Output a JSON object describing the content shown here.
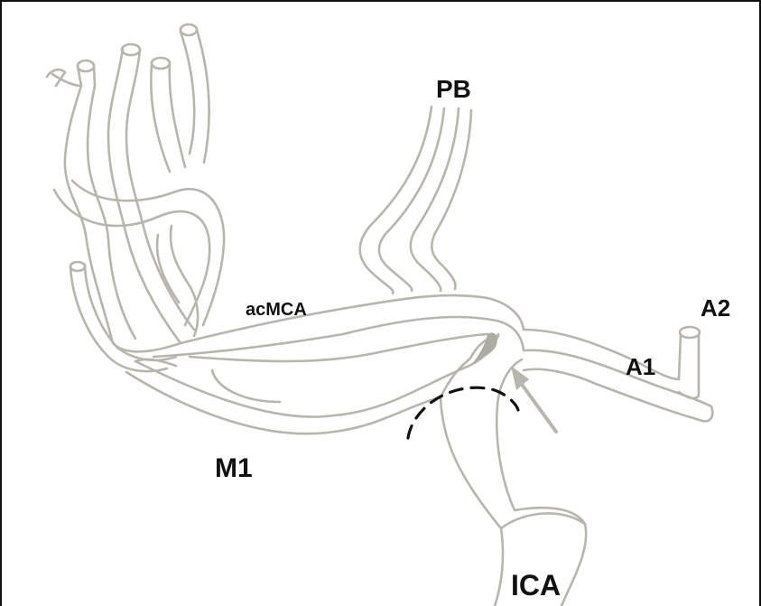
{
  "labels": {
    "pb": "PB",
    "acmca": "acMCA",
    "a2": "A2",
    "a1": "A1",
    "m1": "M1",
    "ica": "ICA"
  },
  "colors": {
    "vessel_fill": "#ffffff",
    "vessel_stroke": "#b8b5ad",
    "shadow": "#aeaba3",
    "line": "#111111",
    "background": "#ffffff"
  }
}
